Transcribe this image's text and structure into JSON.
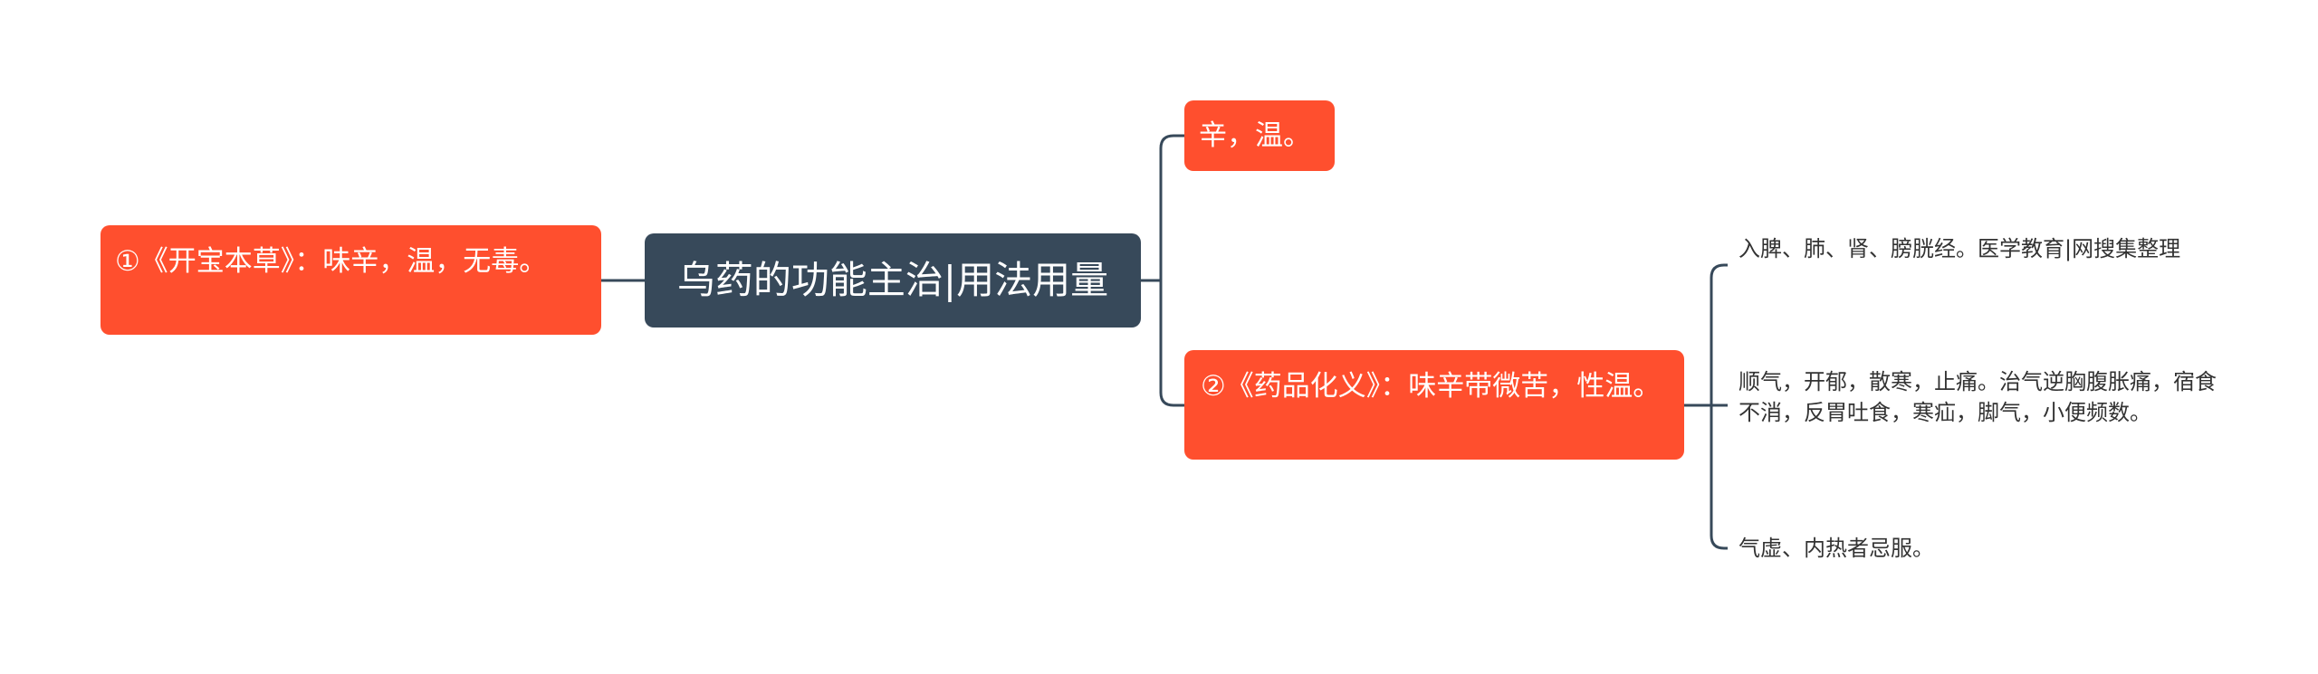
{
  "root": {
    "label": "乌药的功能主治|用法用量"
  },
  "left_branch": {
    "label": "①《开宝本草》：味辛，温，无毒。"
  },
  "right_branches": [
    {
      "label": "辛，温。"
    },
    {
      "label": "②《药品化义》：味辛带微苦，性温。",
      "children": [
        {
          "label": "入脾、肺、肾、膀胱经。医学教育|网搜集整理"
        },
        {
          "label": "顺气，开郁，散寒，止痛。治气逆胸腹胀痛，宿食不消，反胃吐食，寒疝，脚气，小便频数。"
        },
        {
          "label": "气虚、内热者忌服。"
        }
      ]
    }
  ],
  "colors": {
    "root_fill": "#37495a",
    "branch_fill": "#ff4f2e",
    "connector": "#37495a",
    "leaf_text": "#333333",
    "background": "#ffffff"
  }
}
